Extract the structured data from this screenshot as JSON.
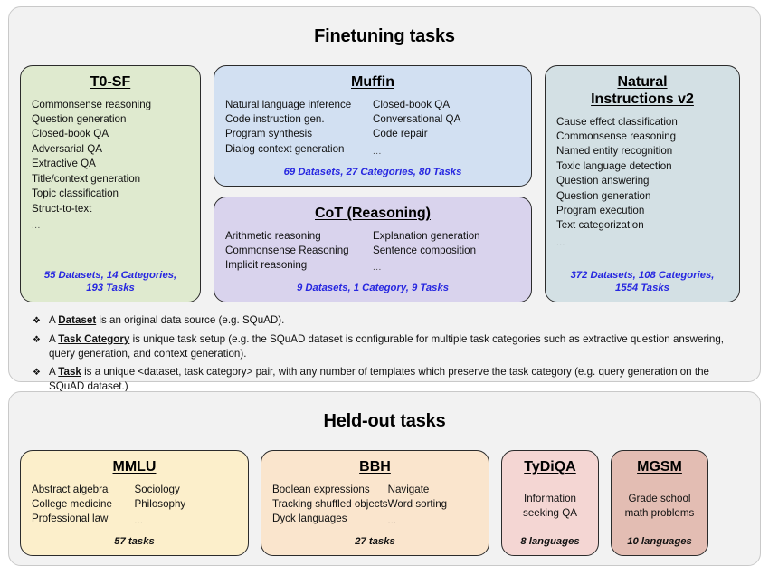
{
  "finetuning": {
    "title": "Finetuning tasks",
    "cards": [
      {
        "name": "t0sf",
        "title": "T0-SF",
        "color": "#dfeacf",
        "columns": [
          [
            "Commonsense reasoning",
            "Question generation",
            "Closed-book QA",
            "Adversarial QA",
            "Extractive QA",
            "Title/context generation",
            "Topic classification",
            "Struct-to-text",
            "..."
          ]
        ],
        "stats": "55 Datasets, 14 Categories,\n193 Tasks"
      },
      {
        "name": "muffin",
        "title": "Muffin",
        "color": "#d2e0f2",
        "columns": [
          [
            "Natural language inference",
            "Code instruction gen.",
            "Program synthesis",
            "Dialog context generation"
          ],
          [
            "Closed-book QA",
            "Conversational QA",
            "Code repair",
            "..."
          ]
        ],
        "stats": "69 Datasets, 27 Categories, 80 Tasks"
      },
      {
        "name": "cot",
        "title": "CoT (Reasoning)",
        "color": "#d9d3ed",
        "columns": [
          [
            "Arithmetic reasoning",
            "Commonsense Reasoning",
            "Implicit reasoning"
          ],
          [
            "Explanation generation",
            "Sentence composition",
            "..."
          ]
        ],
        "stats": "9 Datasets, 1 Category, 9 Tasks"
      },
      {
        "name": "niv2",
        "title": "Natural\nInstructions v2",
        "color": "#d3e0e4",
        "columns": [
          [
            "Cause effect classification",
            "Commonsense reasoning",
            "Named entity recognition",
            "Toxic language detection",
            "Question answering",
            "Question generation",
            "Program execution",
            "Text categorization",
            "..."
          ]
        ],
        "stats": "372 Datasets, 108 Categories,\n1554 Tasks"
      }
    ],
    "definitions": [
      {
        "bullet": "❖",
        "prefix": "A ",
        "term": "Dataset",
        "rest": " is an original data source (e.g. SQuAD)."
      },
      {
        "bullet": "❖",
        "prefix": "A ",
        "term": "Task Category",
        "rest": " is unique task setup (e.g. the SQuAD dataset is configurable for multiple task categories such as extractive question answering, query generation, and context generation)."
      },
      {
        "bullet": "❖",
        "prefix": "A ",
        "term": "Task",
        "rest": " is a unique <dataset, task category> pair, with any number of templates which preserve the task category (e.g. query generation on the SQuAD dataset.)"
      }
    ]
  },
  "heldout": {
    "title": "Held-out tasks",
    "cards": [
      {
        "name": "mmlu",
        "title": "MMLU",
        "color": "#fcefcb",
        "columns": [
          [
            "Abstract algebra",
            "College medicine",
            "Professional law"
          ],
          [
            "Sociology",
            "Philosophy",
            "..."
          ]
        ],
        "stats": "57 tasks"
      },
      {
        "name": "bbh",
        "title": "BBH",
        "color": "#fae5cd",
        "columns": [
          [
            "Boolean expressions",
            "Tracking shuffled objects",
            "Dyck languages"
          ],
          [
            "Navigate",
            "Word sorting",
            "..."
          ]
        ],
        "stats": "27 tasks"
      },
      {
        "name": "tydiqa",
        "title": "TyDiQA",
        "color": "#f4d6d3",
        "centered_text": "Information\nseeking QA",
        "stats": "8 languages"
      },
      {
        "name": "mgsm",
        "title": "MGSM",
        "color": "#e3bdb3",
        "centered_text": "Grade school\nmath problems",
        "stats": "10 languages"
      }
    ]
  }
}
